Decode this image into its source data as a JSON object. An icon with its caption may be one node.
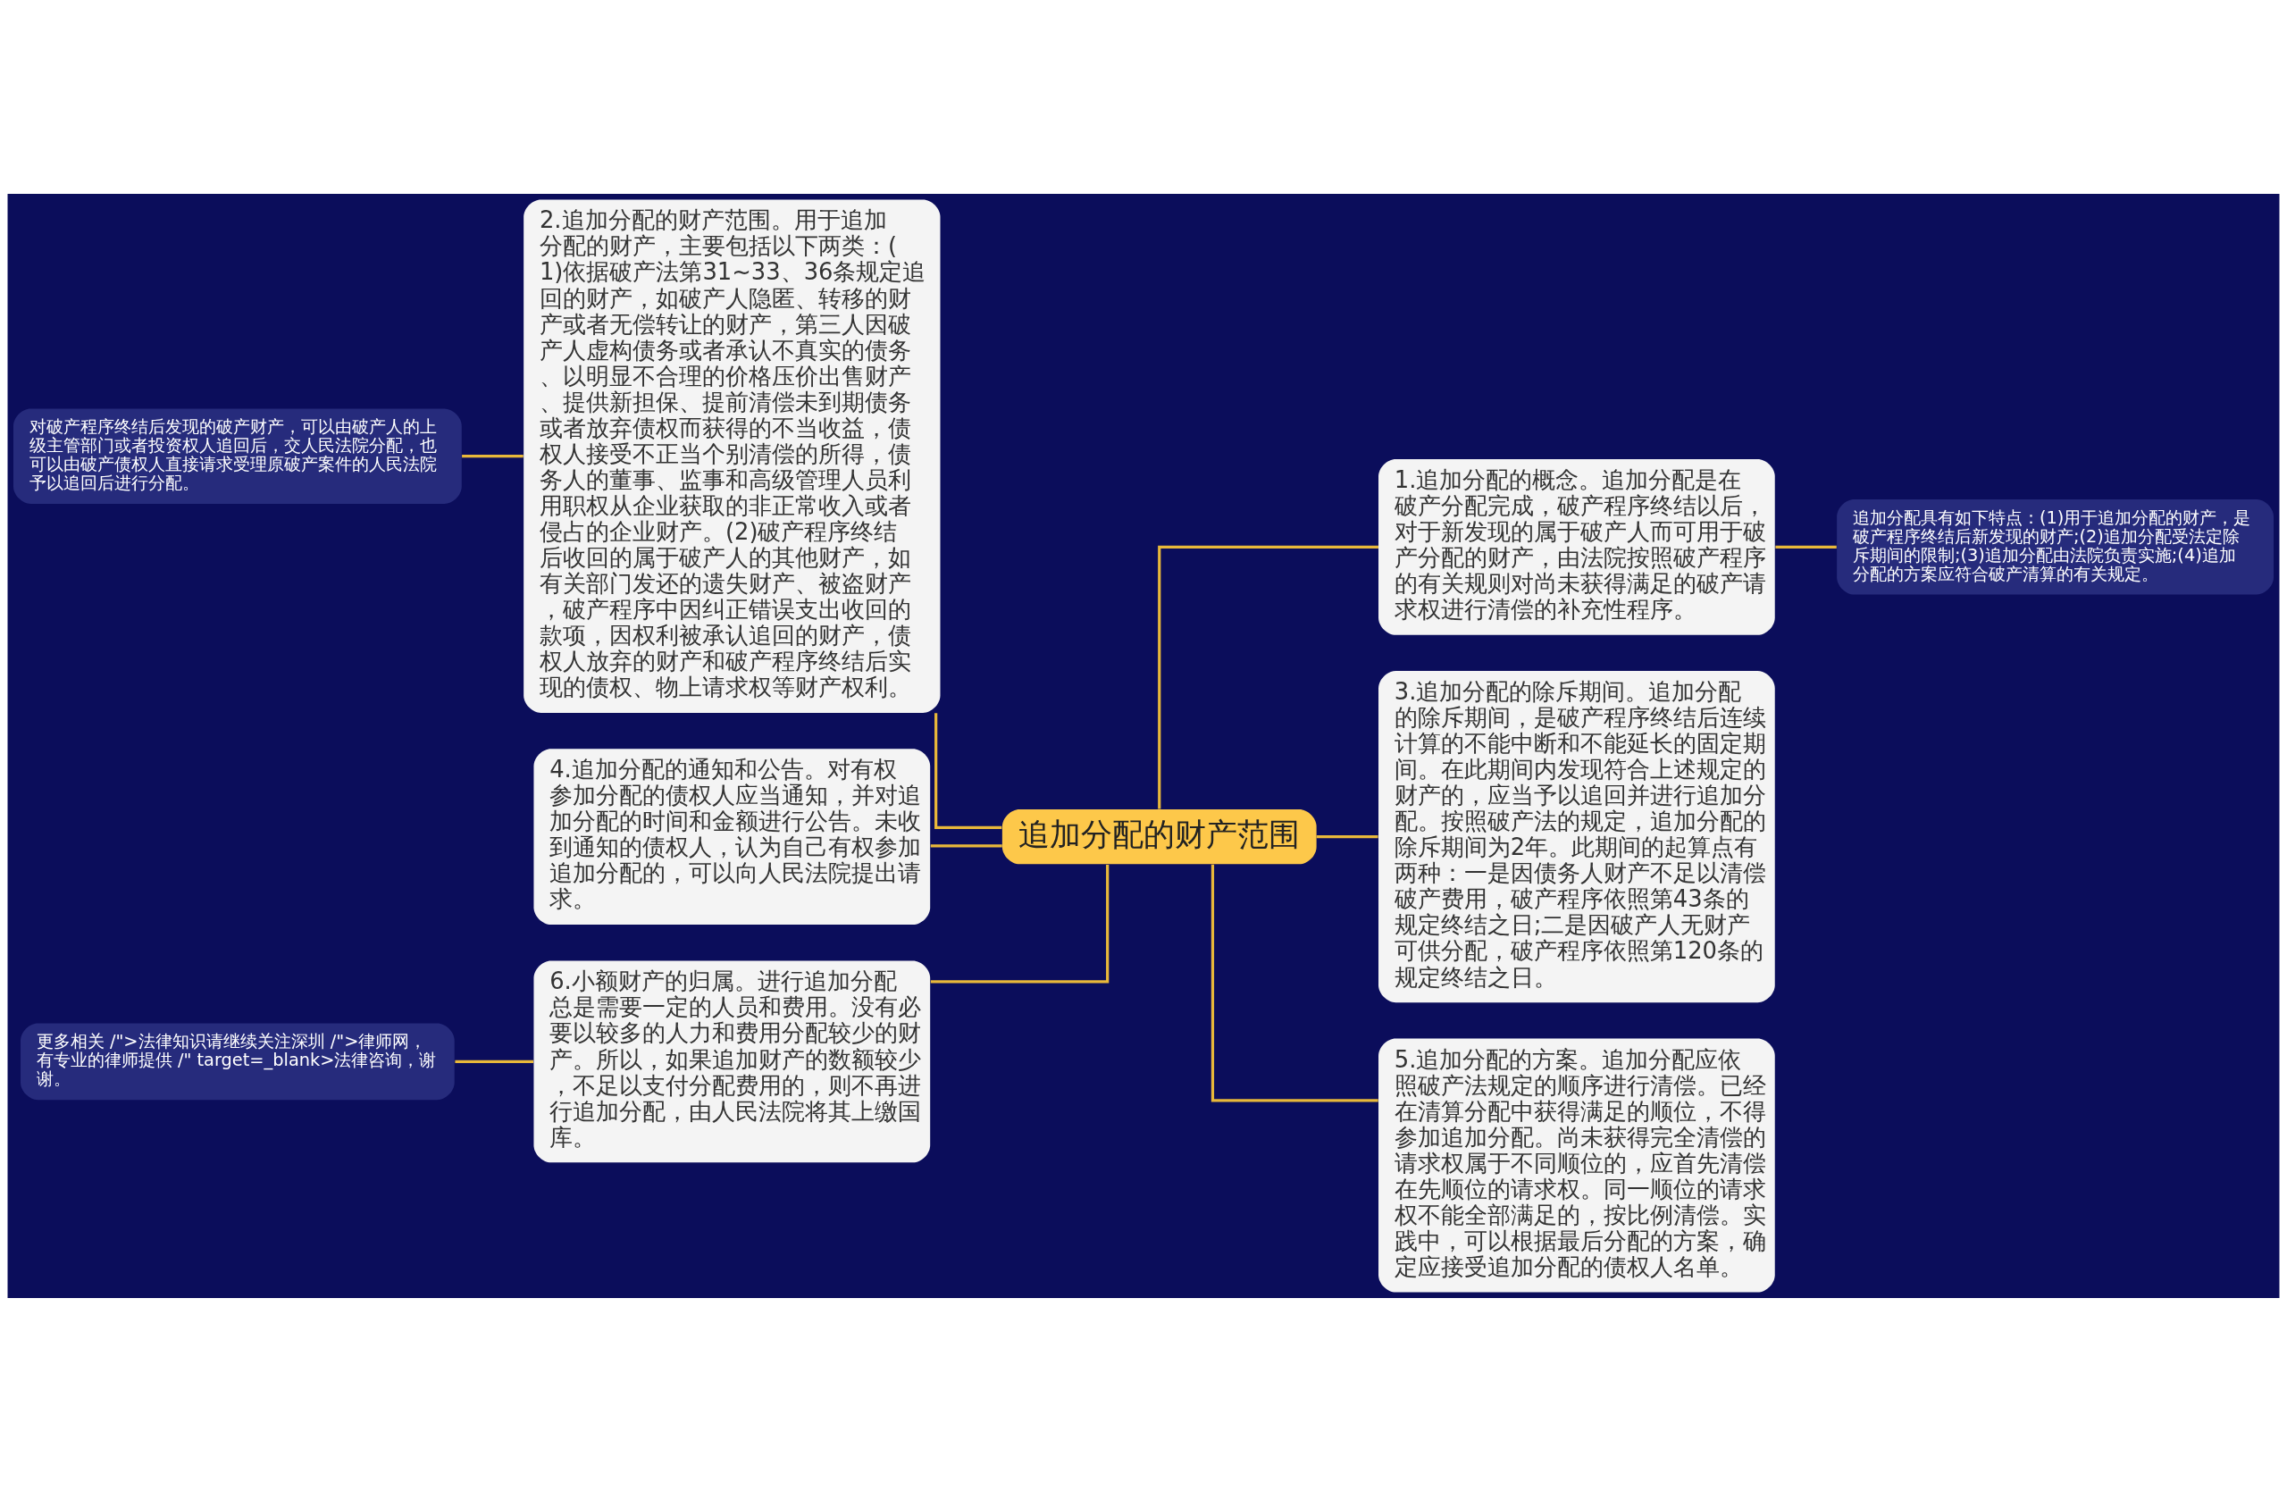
{
  "diagram": {
    "nodes": [
      {
        "text": [
          "追加分配的财产范围"
        ]
      },
      {
        "text": [
          "1.追加分配的概念。追加分配是在破产分配完成，破产程序终结以后，对于新发现的属于破产人而可用于破产分配的财产，由法院按照破产程序的有关规则对尚未获得满足的破产请求权进行清偿的补充性程序。"
        ]
      },
      {
        "text": [
          "追加分配具有如下特点：(1)用于追加分配的财产，是破产程序终结后新发现的财产;(2)追加分配受法定除斥期间的限制;(3)追加分配由法院负责实施;(4)追加分配的方案应符合破产清算的有关规定。"
        ]
      },
      {
        "text": [
          "2.追加分配的财产范围。用于追加分配的财产，主要包括以下两类：(1)依据破产法第31~33、36条规定追回的财产，如破产人隐匿、转移的财产或者无偿转让的财产，第三人因破产人虚构债务或者承认不真实的债务、以明显不合理的价格压价出售财产、提供新担保、提前清偿未到期债务或者放弃债权而获得的不当收益，债权人接受不正当个别清偿的所得，债务人的董事、监事和高级管理人员利用职权从企业获取的非正常收入或者侵占的企业财产。(2)破产程序终结后收回的属于破产人的其他财产，如有关部门发还的遗失财产、被盗财产，破产程序中因纠正错误支出收回的款项，因权利被承认追回的财产，债权人放弃的财产和破产程序终结后实现的债权、物上请求权等财产权利。"
        ]
      },
      {
        "text": [
          "对破产程序终结后发现的破产财产，可以由破产人的上级主管部门或者投资权人追回后，交人民法院分配，也可以由破产债权人直接请求受理原破产案件的人民法院予以追回后进行分配。"
        ]
      },
      {
        "text": [
          "3.追加分配的除斥期间。追加分配的除斥期间，是破产程序终结后连续计算的不能中断和不能延长的固定期间。在此期间内发现符合上述规定的财产的，应当予以追回并进行追加分配。按照破产法的规定，追加分配的除斥期间为2年。此期间的起算点有两种：一是因债务人财产不足以清偿破产费用，破产程序依照第43条的规定终结之日;二是因破产人无财产可供分配，破产程序依照第120条的规定终结之日。"
        ]
      },
      {
        "text": [
          "4.追加分配的通知和公告。对有权参加分配的债权人应当通知，并对追加分配的时间和金额进行公告。未收到通知的债权人，认为自己有权参加追加分配的，可以向人民法院提出请求。"
        ]
      },
      {
        "text": [
          "5.追加分配的方案。追加分配应依照破产法规定的顺序进行清偿。已经在清算分配中获得满足的顺位，不得参加追加分配。尚未获得完全清偿的请求权属于不同顺位的，应首先清偿在先顺位的请求权。同一顺位的请求权不能全部满足的，按比例清偿。实践中，可以根据最后分配的方案，确定应接受追加分配的债权人名单。"
        ]
      },
      {
        "text": [
          "6.小额财产的归属。进行追加分配总是需要一定的人员和费用。没有必要以较多的人力和费用分配较少的财产。所以，如果追加财产的数额较少，不足以支付分配费用的，则不再进行追加分配，由人民法院将其上缴国库。"
        ]
      },
      {
        "text": [
          "更多相关 /\">法律知识请继续关注深圳 /\">律师网，有专业的律师提供 /\" target=_blank>法律咨询，谢谢。"
        ]
      }
    ],
    "edges": [
      {
        "from": 0,
        "to": 1,
        "arrow": "none"
      },
      {
        "from": 1,
        "to": 2,
        "arrow": "none"
      },
      {
        "from": 0,
        "to": 3,
        "arrow": "none"
      },
      {
        "from": 3,
        "to": 4,
        "arrow": "none"
      },
      {
        "from": 0,
        "to": 5,
        "arrow": "none"
      },
      {
        "from": 0,
        "to": 6,
        "arrow": "none"
      },
      {
        "from": 0,
        "to": 7,
        "arrow": "none"
      },
      {
        "from": 0,
        "to": 8,
        "arrow": "none"
      },
      {
        "from": 8,
        "to": 9,
        "arrow": "none"
      }
    ]
  }
}
